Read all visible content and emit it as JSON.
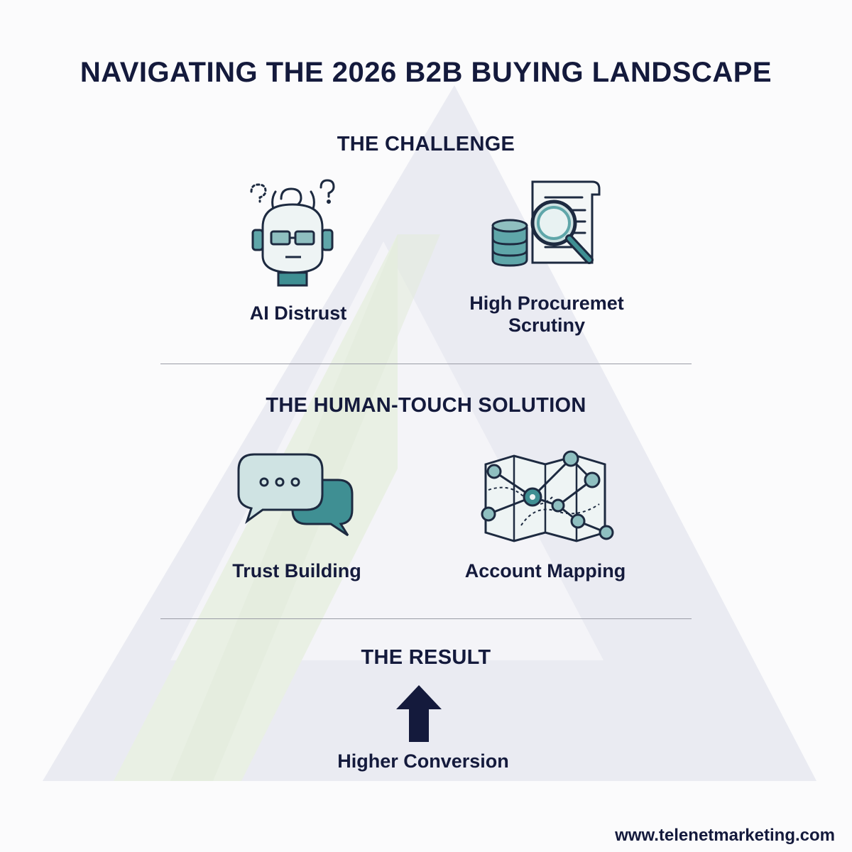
{
  "title": "NAVIGATING THE 2026 B2B BUYING LANDSCAPE",
  "sections": {
    "challenge": {
      "heading": "THE CHALLENGE",
      "items": [
        {
          "label": "AI Distrust",
          "icon": "robot-confused-icon"
        },
        {
          "label_line1": "High Procuremet",
          "label_line2": "Scrutiny",
          "icon": "document-magnifier-icon"
        }
      ]
    },
    "solution": {
      "heading": "THE HUMAN-TOUCH SOLUTION",
      "items": [
        {
          "label": "Trust Building",
          "icon": "chat-bubbles-icon"
        },
        {
          "label": "Account Mapping",
          "icon": "network-map-icon"
        }
      ]
    },
    "result": {
      "heading": "THE RESULT",
      "items": [
        {
          "label": "Higher Conversion",
          "icon": "up-arrow-icon"
        }
      ]
    }
  },
  "footer": {
    "url": "www.telenetmarketing.com"
  },
  "colors": {
    "text": "#141a3c",
    "teal_light": "#cfe3e3",
    "teal_mid": "#8fbfc0",
    "teal_dark": "#3f8f93",
    "outline": "#1d2a40",
    "watermark_blue": "#e6e7f0",
    "watermark_green": "#e8efe2"
  }
}
